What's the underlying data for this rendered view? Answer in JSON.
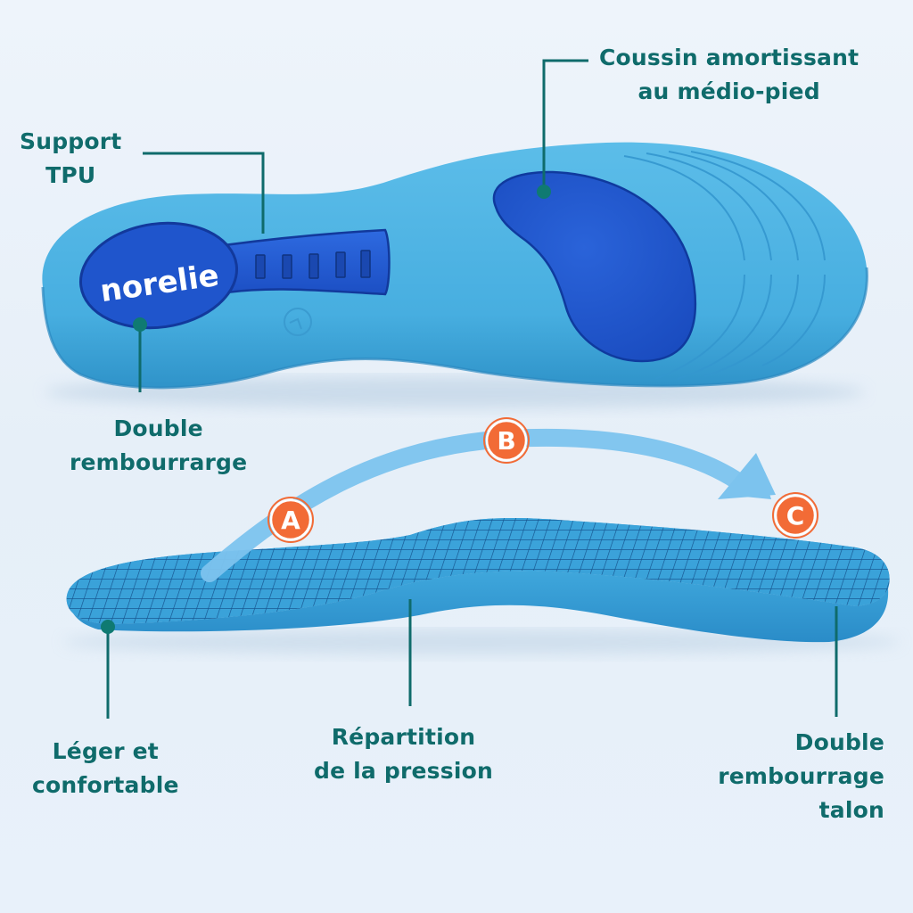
{
  "brand": {
    "name": "norelie"
  },
  "colors": {
    "background": "#eaf2fa",
    "label_text": "#0f6b6b",
    "leader_line": "#0f6b6b",
    "insole_light_blue": "#4fb3e3",
    "insole_edge_blue": "#3199d0",
    "gel_pad_blue": "#1f55cc",
    "badge_orange": "#f26b36",
    "arrow_blue": "#7cc3ee"
  },
  "callouts": {
    "support_tpu": {
      "lines": [
        "Support",
        "TPU"
      ]
    },
    "midfoot_cushion": {
      "lines": [
        "Coussin amortissant",
        "au médio-pied"
      ]
    },
    "double_padding": {
      "lines": [
        "Double",
        "rembourrarge"
      ]
    },
    "light_comfortable": {
      "lines": [
        "Léger et",
        "confortable"
      ]
    },
    "pressure_distribution": {
      "lines": [
        "Répartition",
        "de la pression"
      ]
    },
    "heel_double_padding": {
      "lines": [
        "Double",
        "rembourrage",
        "talon"
      ]
    }
  },
  "flow_markers": [
    {
      "id": "A",
      "label": "A"
    },
    {
      "id": "B",
      "label": "B"
    },
    {
      "id": "C",
      "label": "C"
    }
  ],
  "icons": {
    "flow_arrow": "curved-arrow",
    "heel_logo": "circle-logo-emboss"
  }
}
